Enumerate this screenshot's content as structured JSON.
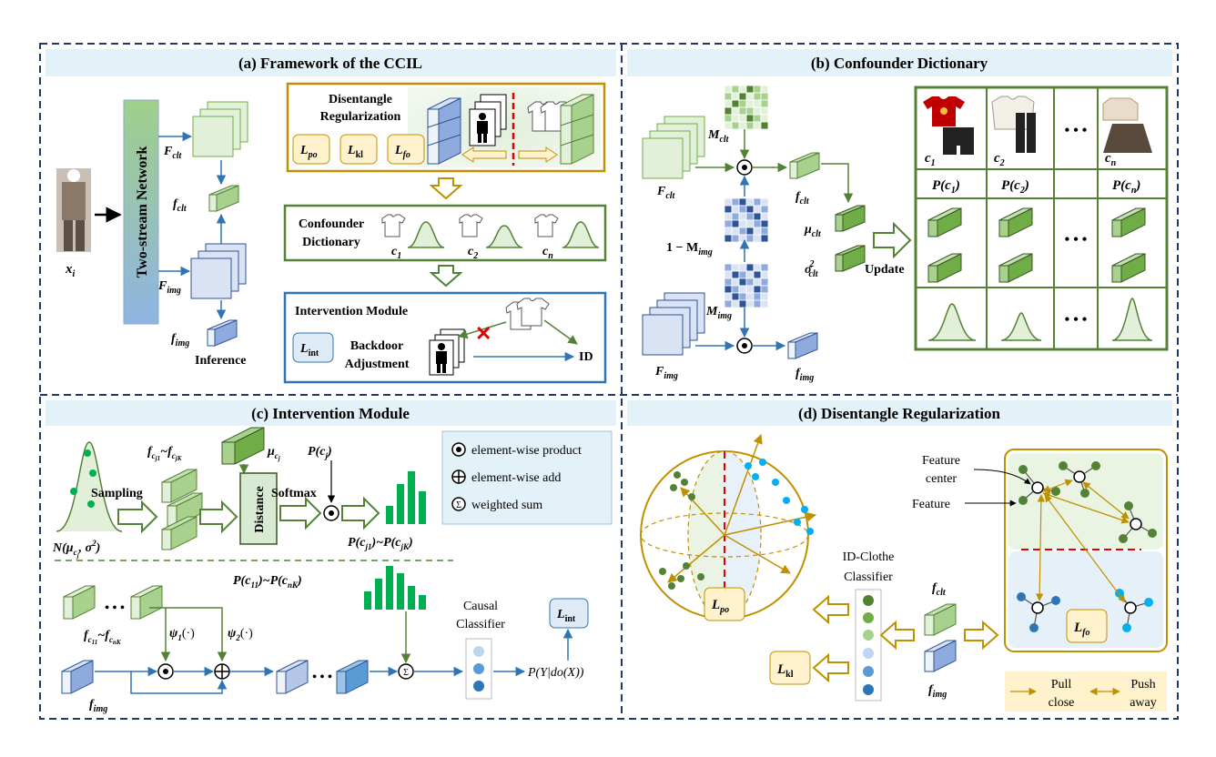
{
  "panel_a": {
    "title": "(a) Framework of the CCIL",
    "network_label": "Two-stream Network",
    "input_label": "x",
    "input_sub": "i",
    "F_clt": "F",
    "F_clt_sub": "clt",
    "f_clt": "f",
    "f_clt_sub": "clt",
    "F_img": "F",
    "F_img_sub": "img",
    "f_img": "f",
    "f_img_sub": "img",
    "inference": "Inference",
    "disentangle_title_1": "Disentangle",
    "disentangle_title_2": "Regularization",
    "loss_po": "L",
    "loss_po_sub": "po",
    "loss_kl": "L",
    "loss_kl_sub": "kl",
    "loss_fo": "L",
    "loss_fo_sub": "fo",
    "dictionary_title_1": "Confounder",
    "dictionary_title_2": "Dictionary",
    "c1": "c",
    "c1_sub": "1",
    "c2": "c",
    "c2_sub": "2",
    "cn": "c",
    "cn_sub": "n",
    "intervention_title": "Intervention Module",
    "loss_int": "L",
    "loss_int_sub": "int",
    "backdoor_1": "Backdoor",
    "backdoor_2": "Adjustment",
    "id_label": "ID"
  },
  "panel_b": {
    "title": "(b) Confounder Dictionary",
    "M_clt": "M",
    "M_clt_sub": "clt",
    "F_clt": "F",
    "F_clt_sub": "clt",
    "f_clt": "f",
    "f_clt_sub": "clt",
    "one_minus": "1 − M",
    "one_minus_sub": "img",
    "M_img": "M",
    "M_img_sub": "img",
    "F_img": "F",
    "F_img_sub": "img",
    "f_img": "f",
    "f_img_sub": "img",
    "mu": "μ",
    "mu_sub": "clt",
    "sigma": "σ",
    "sigma_sup": "2",
    "sigma_sub": "clt",
    "update": "Update",
    "dict_c1": "c",
    "dict_c1_sub": "1",
    "dict_c2": "c",
    "dict_c2_sub": "2",
    "dict_cn": "c",
    "dict_cn_sub": "n",
    "p_c1": "P(c",
    "p_c1_sub": "1",
    "p_c2": "P(c",
    "p_c2_sub": "2",
    "p_cn": "P(c",
    "p_cn_sub": "n",
    "close_paren": ")",
    "dots": "• • •"
  },
  "panel_c": {
    "title": "(c) Intervention Module",
    "f_range": "f",
    "f_range_sub1": "c",
    "f_range_sub2": "j1",
    "tilde": "~",
    "f_range_end_sub2": "jK",
    "mu": "μ",
    "mu_sub1": "c",
    "mu_sub2": "j",
    "p_cj": "P(c",
    "p_cj_sub": "j",
    "sampling": "Sampling",
    "distance": "Distance",
    "softmax": "Softmax",
    "normal": "N(μ",
    "normal_sub": "c",
    "normal_sub2": "j",
    "normal_sigma": ", σ",
    "normal_sigma_sup": "2",
    "p_range_1": "P(c",
    "p_range_1_sub": "j1",
    "p_range_mid": ")~P(c",
    "p_range_2_sub": "jK",
    "p_all_1": "P(c",
    "p_all_1_sub": "11",
    "p_all_mid": ")~P(c",
    "p_all_2_sub": "nK",
    "f_all": "f",
    "f_all_sub1": "c",
    "f_all_sub2": "11",
    "f_all_end_sub2": "nK",
    "psi1": "ψ",
    "psi1_sub": "1",
    "psi2": "ψ",
    "psi2_sub": "2",
    "psi_arg": "(·)",
    "f_img": "f",
    "f_img_sub": "img",
    "causal_1": "Causal",
    "causal_2": "Classifier",
    "loss_int": "L",
    "loss_int_sub": "int",
    "output": "P(Y|do(X))",
    "legend_prod": "element-wise product",
    "legend_add": "element-wise add",
    "legend_sum": "weighted sum",
    "dots": "• • •"
  },
  "panel_d": {
    "title": "(d) Disentangle Regularization",
    "loss_po": "L",
    "loss_po_sub": "po",
    "loss_kl": "L",
    "loss_kl_sub": "kl",
    "loss_fo": "L",
    "loss_fo_sub": "fo",
    "classifier_1": "ID-Clothe",
    "classifier_2": "Classifier",
    "f_clt": "f",
    "f_clt_sub": "clt",
    "f_img": "f",
    "f_img_sub": "img",
    "feature_center_1": "Feature",
    "feature_center_2": "center",
    "feature": "Feature",
    "pull_1": "Pull",
    "pull_2": "close",
    "push_1": "Push",
    "push_2": "away"
  },
  "colors": {
    "panel_border": "#1f3864",
    "title_bg": "#e3f1f8",
    "green_border": "#548235",
    "gold_border": "#bf9000",
    "blue_border": "#2e75b6",
    "cube_green": "#a9d18e",
    "cube_blue": "#b4c7e7",
    "loss_fill": "#fff2cc",
    "red": "#e00000"
  }
}
